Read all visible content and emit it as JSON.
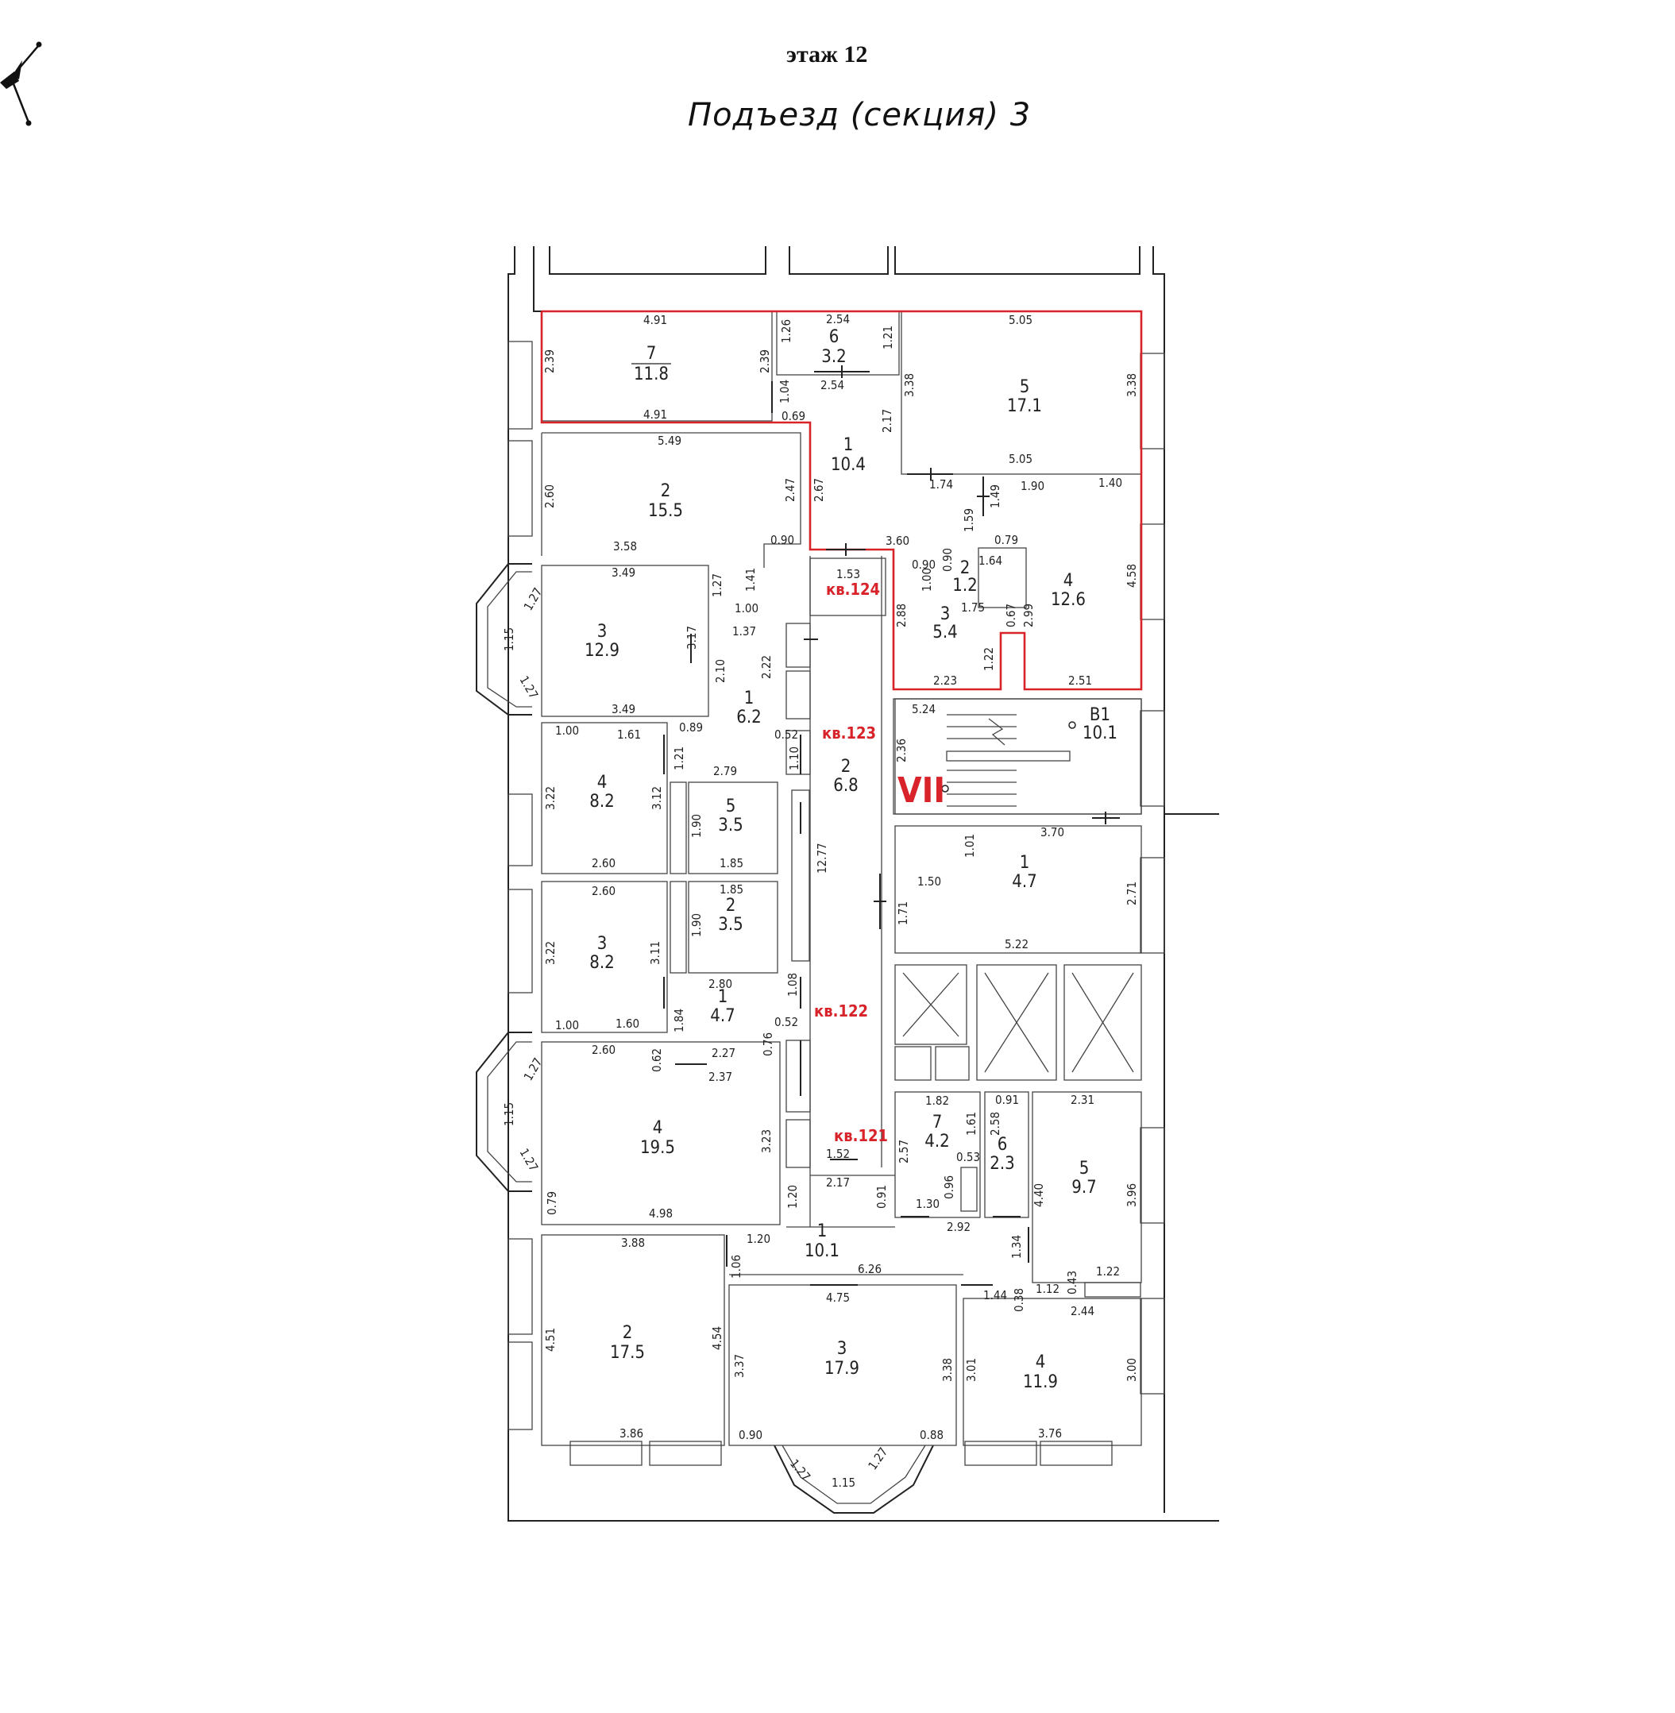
{
  "header": {
    "floor": "этаж 12",
    "section": "Подъезд (секция) 3"
  },
  "colors": {
    "highlight": "#d8232a",
    "lines": "#222222"
  },
  "icons": {
    "compass": "compass-rose-icon"
  },
  "apartments": [
    {
      "id": "apt-124",
      "label": "кв.124",
      "highlighted": true
    },
    {
      "id": "apt-123",
      "label": "кв.123"
    },
    {
      "id": "apt-122",
      "label": "кв.122"
    },
    {
      "id": "apt-121",
      "label": "кв.121"
    }
  ],
  "stair": {
    "label": "VII",
    "room_num": "В1",
    "room_area": "10.1"
  },
  "rooms": [
    {
      "num": "7",
      "area": "11.8"
    },
    {
      "num": "6",
      "area": "3.2"
    },
    {
      "num": "5",
      "area": "17.1"
    },
    {
      "num": "1",
      "area": "10.4"
    },
    {
      "num": "2",
      "area": "15.5"
    },
    {
      "num": "2",
      "area": "1.2"
    },
    {
      "num": "3",
      "area": "5.4"
    },
    {
      "num": "4",
      "area": "12.6"
    },
    {
      "num": "3",
      "area": "12.9"
    },
    {
      "num": "1",
      "area": "6.2"
    },
    {
      "num": "2",
      "area": "6.8"
    },
    {
      "num": "4",
      "area": "8.2"
    },
    {
      "num": "5",
      "area": "3.5"
    },
    {
      "num": "3",
      "area": "8.2"
    },
    {
      "num": "2",
      "area": "3.5"
    },
    {
      "num": "1",
      "area": "4.7"
    },
    {
      "num": "1",
      "area": "4.7"
    },
    {
      "num": "4",
      "area": "19.5"
    },
    {
      "num": "7",
      "area": "4.2"
    },
    {
      "num": "6",
      "area": "2.3"
    },
    {
      "num": "5",
      "area": "9.7"
    },
    {
      "num": "1",
      "area": "10.1"
    },
    {
      "num": "2",
      "area": "17.5"
    },
    {
      "num": "3",
      "area": "17.9"
    },
    {
      "num": "4",
      "area": "11.9"
    }
  ],
  "dimensions": {
    "d1": "4.91",
    "d2": "2.39",
    "d3": "4.91",
    "d4": "2.54",
    "d5": "1.26",
    "d6": "1.21",
    "d7": "2.39",
    "d8": "1.04",
    "d9": "2.54",
    "d10": "0.69",
    "d11": "5.05",
    "d12": "3.38",
    "d13": "3.38",
    "d14": "2.17",
    "d15": "5.05",
    "d16": "5.49",
    "d17": "2.60",
    "d18": "2.47",
    "d19": "3.58",
    "d20": "2.67",
    "d21": "1.74",
    "d22": "1.90",
    "d23": "1.40",
    "d24": "1.49",
    "d25": "1.59",
    "d26": "0.90",
    "d27": "3.60",
    "d28": "0.79",
    "d29": "1.53",
    "d30": "0.90",
    "d31": "0.90",
    "d32": "1.64",
    "d33": "1.00",
    "d34": "1.75",
    "d35": "2.88",
    "d36": "2.99",
    "d37": "0.67",
    "d38": "4.58",
    "d39": "1.22",
    "d40": "2.23",
    "d41": "2.51",
    "d42": "3.49",
    "d43": "1.27",
    "d44": "1.15",
    "d45": "1.27",
    "d46": "1.27",
    "d47": "1.41",
    "d48": "1.00",
    "d49": "1.37",
    "d50": "3.17",
    "d51": "2.10",
    "d52": "2.22",
    "d53": "3.49",
    "d54": "1.00",
    "d55": "1.61",
    "d56": "0.89",
    "d57": "0.52",
    "d58": "1.21",
    "d59": "1.10",
    "d60": "5.24",
    "d61": "2.36",
    "d62": "3.22",
    "d63": "3.12",
    "d64": "2.79",
    "d65": "1.90",
    "d66": "1.85",
    "d67": "12.77",
    "d68": "2.60",
    "d69": "3.70",
    "d70": "1.01",
    "d71": "1.50",
    "d72": "2.71",
    "d73": "1.71",
    "d74": "2.60",
    "d75": "1.85",
    "d76": "3.22",
    "d77": "3.11",
    "d78": "1.90",
    "d79": "5.22",
    "d80": "2.80",
    "d81": "1.08",
    "d82": "1.84",
    "d83": "0.52",
    "d84": "1.00",
    "d85": "1.60",
    "d86": "2.60",
    "d87": "0.62",
    "d88": "2.27",
    "d89": "0.76",
    "d90": "2.37",
    "d91": "1.27",
    "d92": "1.15",
    "d93": "1.27",
    "d94": "3.23",
    "d95": "1.52",
    "d96": "1.82",
    "d97": "0.91",
    "d98": "2.31",
    "d99": "2.57",
    "d100": "1.61",
    "d101": "2.58",
    "d102": "0.53",
    "d103": "0.96",
    "d104": "3.96",
    "d105": "4.40",
    "d106": "0.79",
    "d107": "4.98",
    "d108": "2.17",
    "d109": "1.20",
    "d110": "0.91",
    "d111": "1.30",
    "d112": "2.92",
    "d113": "1.34",
    "d114": "3.88",
    "d115": "1.20",
    "d116": "1.06",
    "d117": "6.26",
    "d118": "1.12",
    "d119": "0.43",
    "d120": "1.22",
    "d121": "4.75",
    "d122": "1.44",
    "d123": "0.38",
    "d124": "2.44",
    "d125": "4.51",
    "d126": "4.54",
    "d127": "3.37",
    "d128": "3.38",
    "d129": "3.01",
    "d130": "3.00",
    "d131": "3.86",
    "d132": "0.90",
    "d133": "0.88",
    "d134": "3.76",
    "d135": "1.27",
    "d136": "1.27",
    "d137": "1.15"
  }
}
